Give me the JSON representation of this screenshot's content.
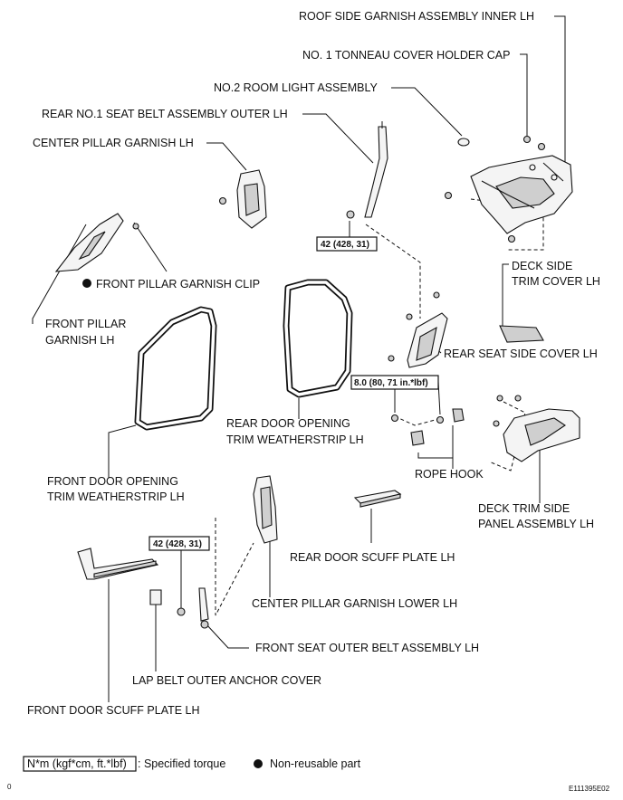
{
  "labels": {
    "roof_side_garnish": "ROOF SIDE GARNISH ASSEMBLY INNER LH",
    "tonneau_cap": "NO. 1 TONNEAU COVER HOLDER CAP",
    "room_light": "NO.2 ROOM LIGHT ASSEMBLY",
    "rear_seat_belt": "REAR NO.1 SEAT BELT ASSEMBLY OUTER LH",
    "center_pillar_garnish": "CENTER PILLAR GARNISH LH",
    "front_pillar_clip": "FRONT PILLAR GARNISH CLIP",
    "front_pillar_garnish_l1": "FRONT PILLAR",
    "front_pillar_garnish_l2": "GARNISH LH",
    "deck_side_trim_l1": "DECK SIDE",
    "deck_side_trim_l2": "TRIM COVER LH",
    "rear_seat_side_cover": "REAR SEAT SIDE COVER LH",
    "rear_door_weatherstrip_l1": "REAR DOOR OPENING",
    "rear_door_weatherstrip_l2": "TRIM WEATHERSTRIP LH",
    "front_door_weatherstrip_l1": "FRONT DOOR OPENING",
    "front_door_weatherstrip_l2": "TRIM WEATHERSTRIP LH",
    "rope_hook": "ROPE HOOK",
    "deck_trim_side_l1": "DECK TRIM SIDE",
    "deck_trim_side_l2": "PANEL ASSEMBLY LH",
    "rear_door_scuff": "REAR DOOR SCUFF PLATE LH",
    "center_pillar_lower": "CENTER PILLAR GARNISH LOWER LH",
    "front_seat_belt": "FRONT SEAT OUTER BELT ASSEMBLY LH",
    "lap_belt_cover": "LAP BELT OUTER ANCHOR COVER",
    "front_door_scuff": "FRONT DOOR SCUFF PLATE LH"
  },
  "torque": {
    "upper": "42 (428, 31)",
    "middle": "8.0 (80, 71 in.*lbf)",
    "lower": "42 (428, 31)"
  },
  "legend": {
    "torque_box": "N*m (kgf*cm, ft.*lbf)",
    "torque_text": ": Specified torque",
    "nonreusable_text": "Non-reusable part"
  },
  "footer": {
    "page_marker": "0",
    "figure_id": "E111395E02"
  }
}
